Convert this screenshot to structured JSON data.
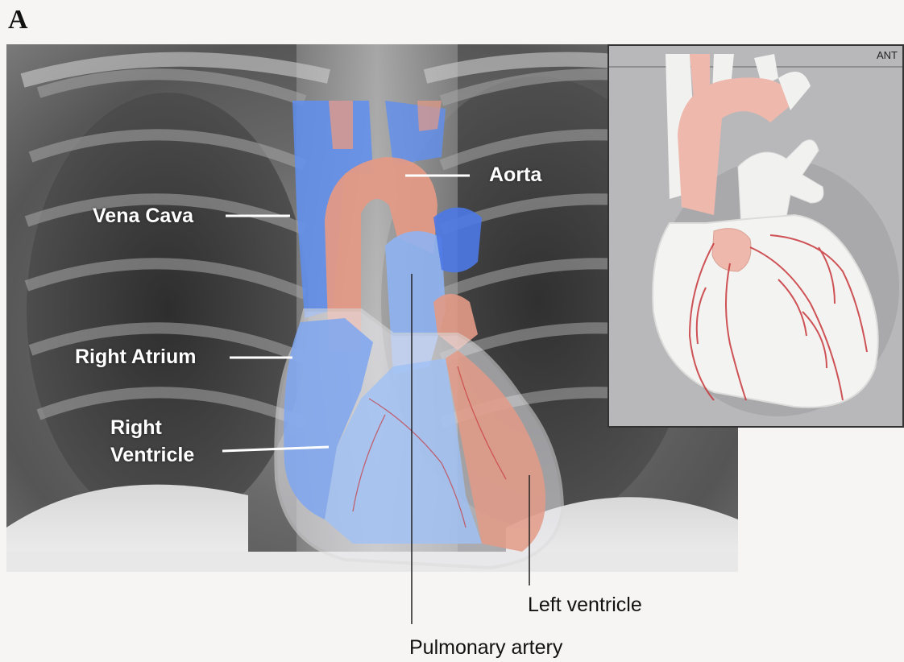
{
  "figure_letter": "A",
  "inset": {
    "tag": "ANT"
  },
  "labels": {
    "aorta": "Aorta",
    "vena_cava": "Vena Cava",
    "right_atrium": "Right Atrium",
    "right_ventricle_line1": "Right",
    "right_ventricle_line2": "Ventricle",
    "left_ventricle": "Left ventricle",
    "pulmonary_artery": "Pulmonary artery"
  },
  "colors": {
    "venous_blue": "#5f8ff0",
    "arterial_pink": "#e39a86",
    "heart_wall": "#f1f1ef",
    "coronary_red": "#c8373a"
  }
}
